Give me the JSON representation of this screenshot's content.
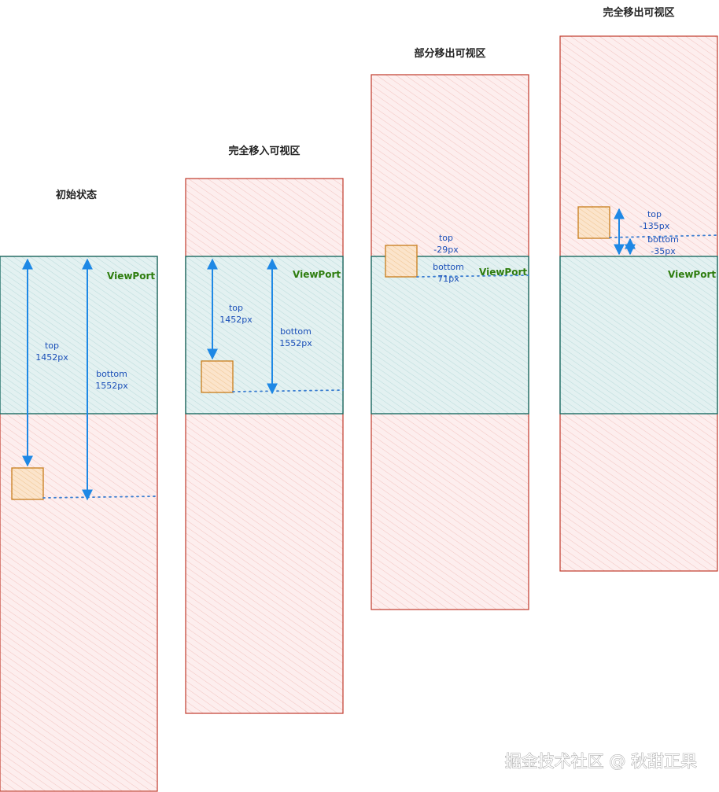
{
  "watermark": "掘金技术社区 @ 秋甜正果",
  "colors": {
    "page_stroke": "#c0392b",
    "page_fill": "#fdeeee",
    "viewport_stroke": "#1b6b63",
    "viewport_fill": "#e3f1f1",
    "element_stroke": "#c87d1c",
    "element_fill": "#fbe4cb",
    "arrow": "#1e88e5",
    "dotted": "#3d7fd1"
  },
  "viewport_label": "ViewPort",
  "panels": [
    {
      "title": "初始状态",
      "top_label": "top",
      "top_value": "1452px",
      "bottom_label": "bottom",
      "bottom_value": "1552px"
    },
    {
      "title": "完全移入可视区",
      "top_label": "top",
      "top_value": "1452px",
      "bottom_label": "bottom",
      "bottom_value": "1552px"
    },
    {
      "title": "部分移出可视区",
      "top_label": "top",
      "top_value": "-29px",
      "bottom_label": "bottom",
      "bottom_value": "71px"
    },
    {
      "title": "完全移出可视区",
      "top_label": "top",
      "top_value": "-135px",
      "bottom_label": "bottom",
      "bottom_value": "-35px"
    }
  ]
}
